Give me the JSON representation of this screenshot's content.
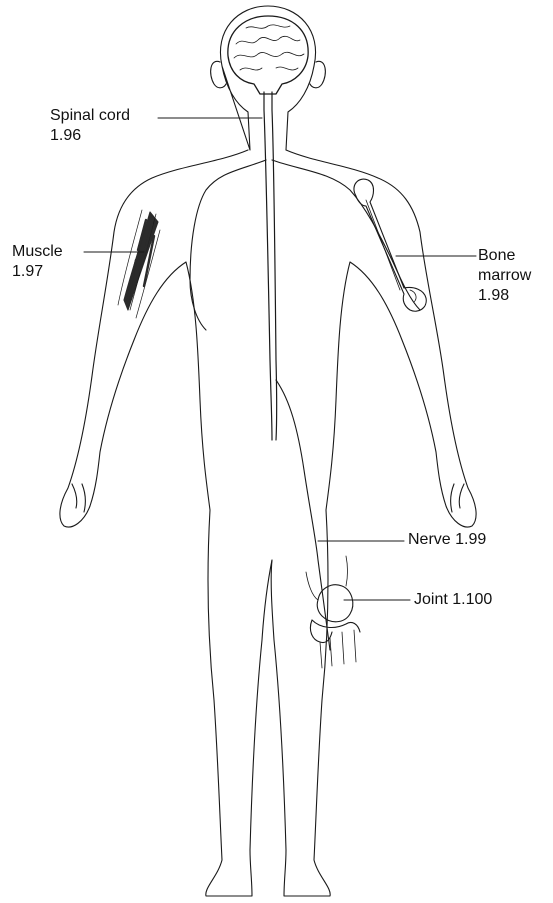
{
  "labels": {
    "spinal_cord": {
      "name": "Spinal cord",
      "ref": "1.96"
    },
    "muscle": {
      "name": "Muscle",
      "ref": "1.97"
    },
    "bone_marrow": {
      "line1": "Bone",
      "line2": "marrow",
      "ref": "1.98"
    },
    "nerve": {
      "text": "Nerve 1.99"
    },
    "joint": {
      "text": "Joint 1.100"
    }
  },
  "colors": {
    "ink": "#1a1a1a",
    "muscle_shading": "#2b2b2b",
    "background": "#ffffff"
  }
}
